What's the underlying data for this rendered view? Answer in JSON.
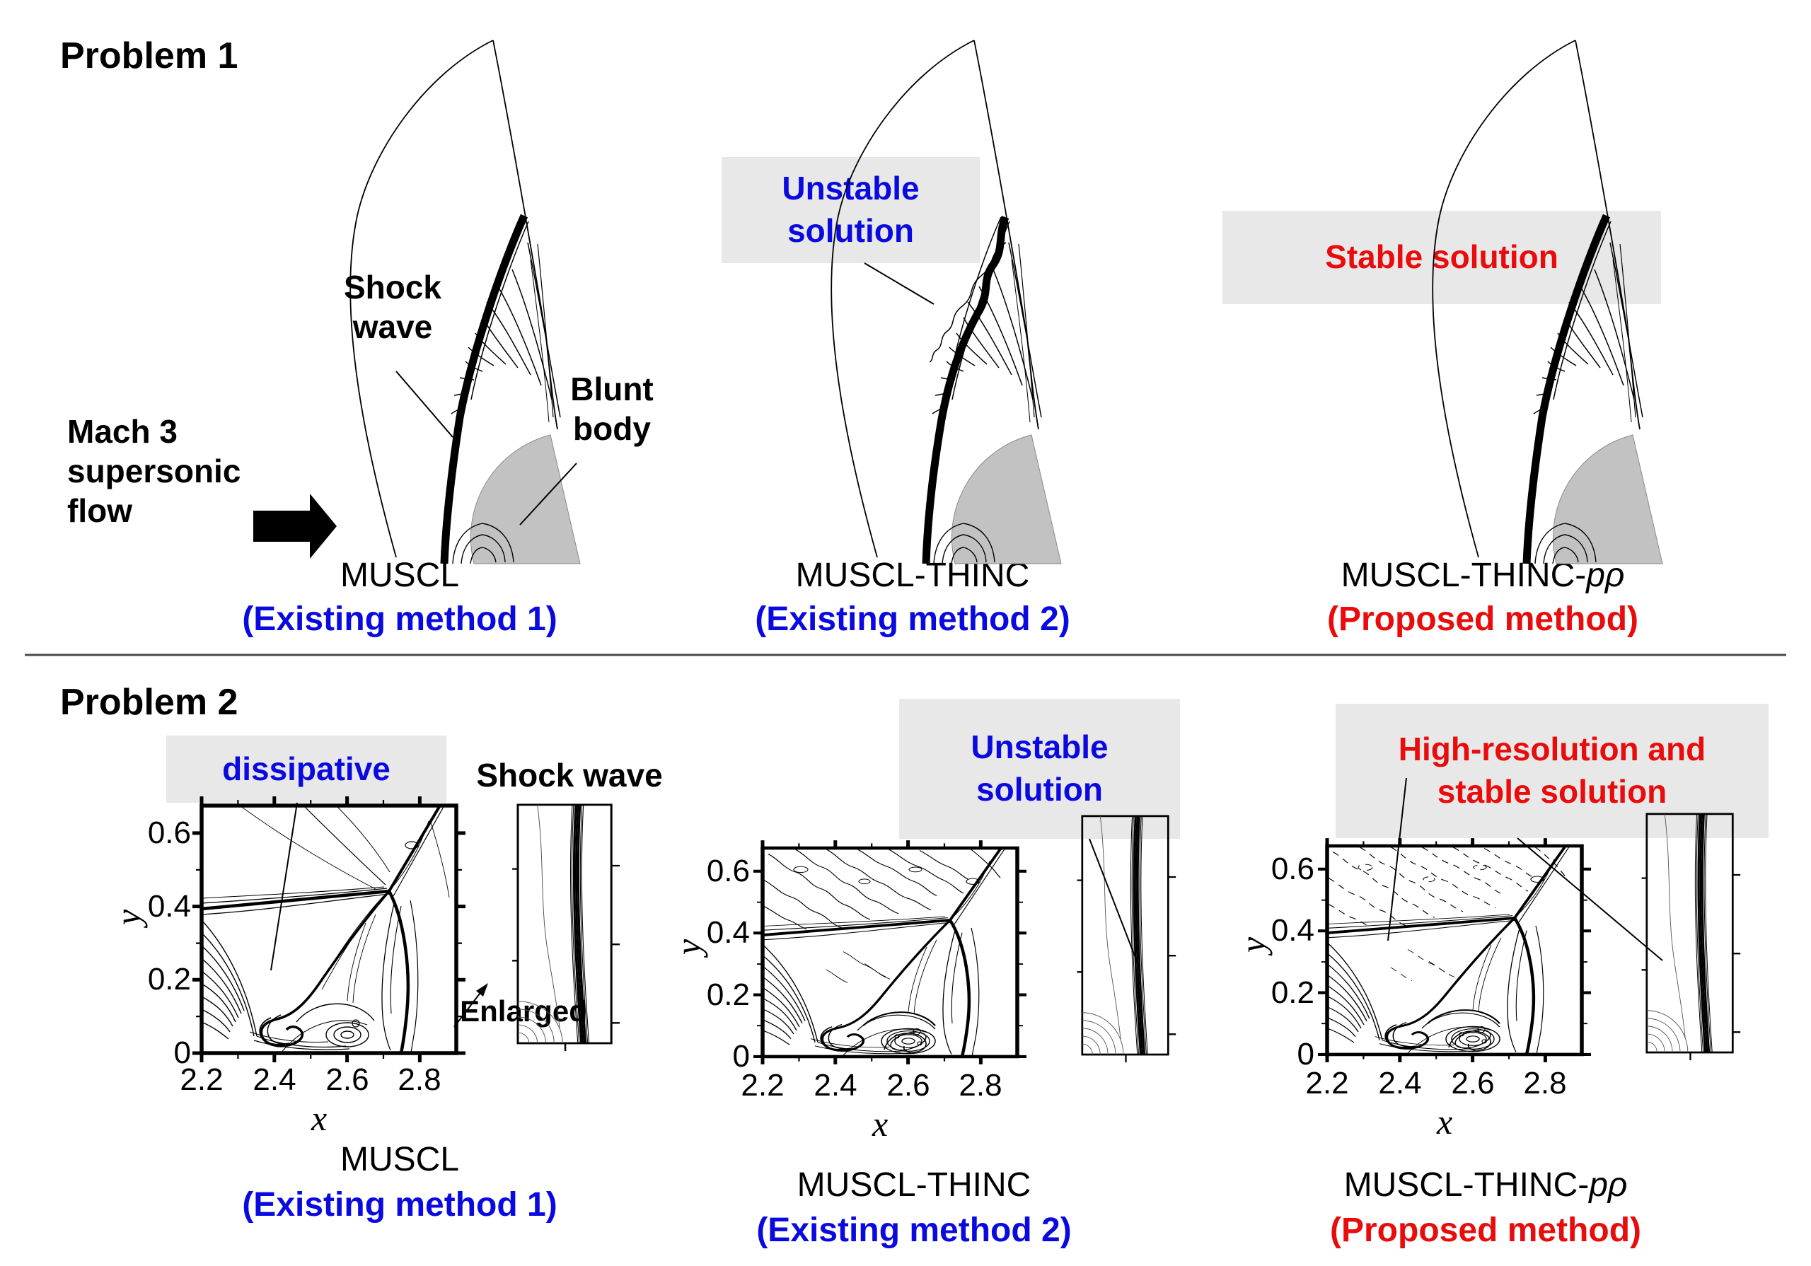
{
  "colors": {
    "blue": "#0a0ae0",
    "red": "#e80c0c",
    "boxgray": "#e8e8e8",
    "bodygray": "#c2c2c2",
    "divider": "#4a4a4a"
  },
  "problem1": {
    "heading": "Problem 1",
    "flow_label": "Mach 3\nsupersonic\nflow",
    "flow_arrow_icon": "right-block-arrow",
    "shock_wave_label": "Shock\nwave",
    "blunt_body_label": "Blunt\nbody",
    "unstable_label": "Unstable\nsolution",
    "stable_label": "Stable solution"
  },
  "problem2": {
    "heading": "Problem 2",
    "dissipative_label": "dissipative",
    "shock_wave_label": "Shock wave",
    "enlarged_label": "Enlarged",
    "unstable_label": "Unstable\nsolution",
    "highres_label": "High-resolution and\nstable solution",
    "axes": {
      "xticks": [
        "2.2",
        "2.4",
        "2.6",
        "2.8"
      ],
      "yticks": [
        "0.6",
        "0.4",
        "0.2",
        "0"
      ],
      "xlabel": "x",
      "ylabel": "y",
      "xrange": [
        2.2,
        2.9
      ],
      "yrange": [
        0,
        0.675
      ]
    }
  },
  "captions": [
    {
      "main": "MUSCL",
      "italic": "",
      "note": "(Existing method 1)"
    },
    {
      "main": "MUSCL-THINC",
      "italic": "",
      "note": "(Existing method 2)"
    },
    {
      "main": "MUSCL-THINC-",
      "italic": "pρ",
      "note": "(Proposed method)"
    }
  ]
}
